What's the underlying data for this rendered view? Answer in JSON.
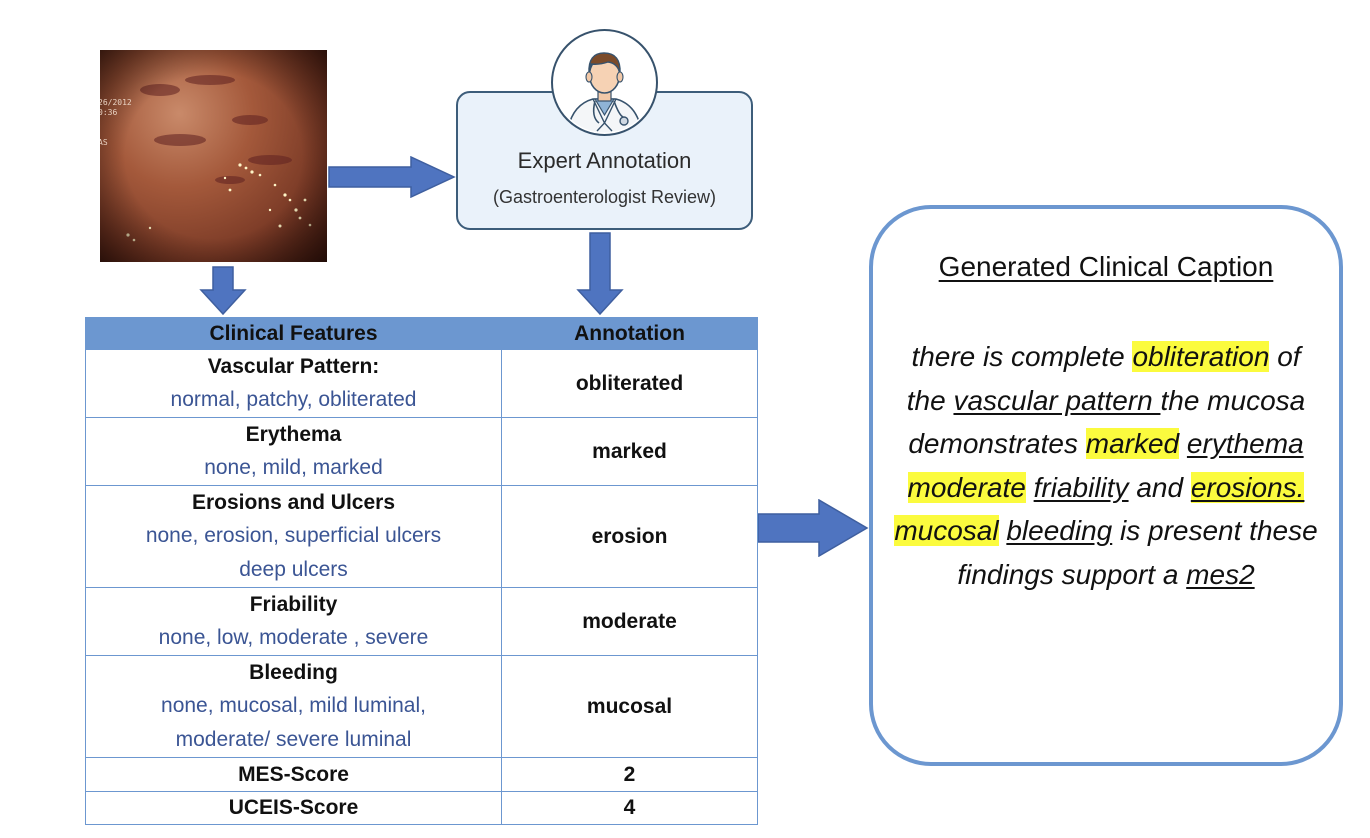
{
  "expert": {
    "title": "Expert Annotation",
    "subtitle": "(Gastroenterologist Review)"
  },
  "image_overlay": {
    "lines": [
      "26/2012",
      "0:36",
      "",
      "",
      "AS"
    ]
  },
  "table": {
    "headers": [
      "Clinical Features",
      "Annotation"
    ],
    "features": [
      {
        "name": "Vascular Pattern:",
        "options": [
          "normal, patchy, obliterated"
        ],
        "annotation": "obliterated"
      },
      {
        "name": "Erythema",
        "options": [
          "none, mild, marked"
        ],
        "annotation": "marked"
      },
      {
        "name": "Erosions and Ulcers",
        "options": [
          "none, erosion, superficial ulcers",
          "deep ulcers"
        ],
        "annotation": "erosion"
      },
      {
        "name": "Friability",
        "options": [
          "none, low, moderate , severe"
        ],
        "annotation": "moderate"
      },
      {
        "name": "Bleeding",
        "options": [
          "none, mucosal, mild luminal,",
          "moderate/ severe luminal"
        ],
        "annotation": "mucosal"
      }
    ],
    "scores": [
      {
        "name": "MES-Score",
        "value": "2"
      },
      {
        "name": "UCEIS-Score",
        "value": "4"
      }
    ]
  },
  "caption": {
    "title": "Generated Clinical Caption",
    "segments": [
      {
        "text": "there is complete ",
        "style": "plain"
      },
      {
        "text": "obliteration",
        "style": "highlight"
      },
      {
        "text": " of the ",
        "style": "plain"
      },
      {
        "text": "vascular pattern ",
        "style": "underline"
      },
      {
        "text": "the mucosa demonstrates ",
        "style": "plain"
      },
      {
        "text": "marked",
        "style": "highlight"
      },
      {
        "text": " ",
        "style": "plain"
      },
      {
        "text": "erythema",
        "style": "underline"
      },
      {
        "text": " ",
        "style": "plain"
      },
      {
        "text": "moderate",
        "style": "highlight"
      },
      {
        "text": " ",
        "style": "plain"
      },
      {
        "text": "friability",
        "style": "underline"
      },
      {
        "text": " and ",
        "style": "plain"
      },
      {
        "text": "erosions.",
        "style": "highlight-underline"
      },
      {
        "text": " ",
        "style": "plain"
      },
      {
        "text": "mucosal",
        "style": "highlight"
      },
      {
        "text": " ",
        "style": "plain"
      },
      {
        "text": "bleeding",
        "style": "underline"
      },
      {
        "text": " is present these findings support a ",
        "style": "plain"
      },
      {
        "text": "mes2",
        "style": "underline"
      }
    ]
  },
  "colors": {
    "arrow": "#4f74c0",
    "table_border": "#6c97d0",
    "option_text": "#3b5594",
    "highlight": "#fbfb3e"
  }
}
